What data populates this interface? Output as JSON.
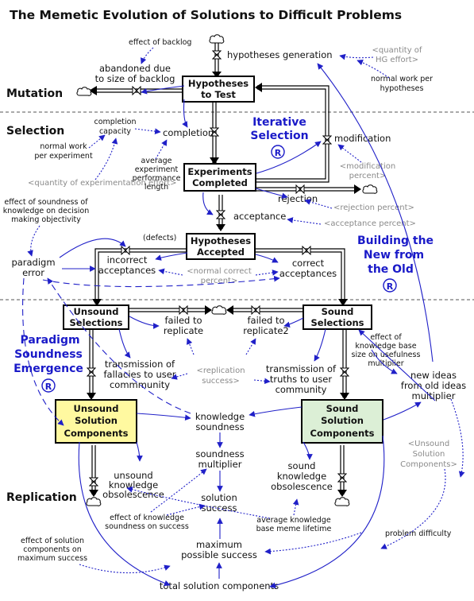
{
  "title": "The Memetic Evolution of Solutions to Difficult Problems",
  "sections": {
    "mutation": "Mutation",
    "selection": "Selection",
    "replication": "Replication"
  },
  "stocks": {
    "hypotheses_to_test": [
      "Hypotheses",
      "to Test"
    ],
    "experiments_completed": [
      "Experiments",
      "Completed"
    ],
    "hypotheses_accepted": [
      "Hypotheses",
      "Accepted"
    ],
    "unsound_selections": [
      "Unsound",
      "Selections"
    ],
    "sound_selections": [
      "Sound",
      "Selections"
    ],
    "unsound_solution_components": [
      "Unsound",
      "Solution",
      "Components"
    ],
    "sound_solution_components": [
      "Sound",
      "Solution",
      "Components"
    ]
  },
  "flows": {
    "hypotheses_generation": "hypotheses generation",
    "abandoned": [
      "abandoned due",
      "to size of backlog"
    ],
    "completion": "completion",
    "modification": "modification",
    "rejection": "rejection",
    "acceptance": "acceptance",
    "incorrect_acceptances": [
      "incorrect",
      "acceptances"
    ],
    "correct_acceptances": [
      "correct",
      "acceptances"
    ],
    "failed_to_replicate": [
      "failed to",
      "replicate"
    ],
    "failed_to_replicate2": [
      "failed to",
      "replicate2"
    ],
    "transmission_fallacies": [
      "transmission of",
      "fallacies to user",
      "commmunity"
    ],
    "transmission_truths": [
      "transmission of",
      "truths to user",
      "community"
    ],
    "unsound_obsolescence": [
      "unsound",
      "knowledge",
      "obsolescence"
    ],
    "sound_obsolescence": [
      "sound",
      "knowledge",
      "obsolescence"
    ]
  },
  "variables": {
    "effect_of_backlog": "effect of backlog",
    "quantity_hg_effort": [
      "<quantity of",
      "HG effort>"
    ],
    "normal_work_hypotheses": [
      "normal work per",
      "hypotheses"
    ],
    "completion_capacity": [
      "completion",
      "capacity"
    ],
    "normal_work_experiment": [
      "normal work",
      "per experiment"
    ],
    "quantity_experimentation_effort": "<quantity of experimentation effort>",
    "average_experiment_performance_length": [
      "average",
      "experiment",
      "performance",
      "length"
    ],
    "modification_percent": [
      "<modification",
      "percent>"
    ],
    "rejection_percent": "<rejection percent>",
    "acceptance_percent": "<acceptance percent>",
    "effect_of_soundness": [
      "effect of soundness of",
      "knowledge on decision",
      "making objectivity"
    ],
    "defects": "(defects)",
    "paradigm_error": [
      "paradigm",
      "error"
    ],
    "normal_correct_percent": [
      "<normal correct",
      "percent>"
    ],
    "replication_success": [
      "<replication",
      "success>"
    ],
    "effect_kb_size": [
      "effect of",
      "knowledge base",
      "size on usefulness",
      "multiplier"
    ],
    "new_ideas_multiplier": [
      "new ideas",
      "from old ideas",
      "multiplier"
    ],
    "knowledge_soundness": [
      "knowledge",
      "soundness"
    ],
    "soundness_multiplier": [
      "soundness",
      "multiplier"
    ],
    "solution_success": [
      "solution",
      "success"
    ],
    "effect_kn_soundness_on_success": [
      "effect of knowledge",
      "soundness on success"
    ],
    "average_kb_meme_lifetime": [
      "average knowledge",
      "base meme lifetime"
    ],
    "unsound_solution_components_shadow": [
      "<Unsound",
      "Solution",
      "Components>"
    ],
    "problem_difficulty": "problem difficulty",
    "effect_solution_components_max_success": [
      "effect of solution",
      "components on",
      "maximum success"
    ],
    "maximum_possible_success": [
      "maximum",
      "possible success"
    ],
    "total_solution_components": "total solution components"
  },
  "loops": {
    "iterative_selection": [
      "Iterative",
      "Selection"
    ],
    "building_new_from_old": [
      "Building the",
      "New from",
      "the Old"
    ],
    "paradigm_soundness_emergence": [
      "Paradigm",
      "Soundness",
      "Emergence"
    ],
    "reinforcing_symbol": "R"
  },
  "colors": {
    "arrow": "#2020c8",
    "loop_label": "#1a1ac8",
    "unsound_stock_fill": "#fff9a0",
    "sound_stock_fill": "#dcefd6",
    "shadow_text": "#8a8a8a"
  }
}
